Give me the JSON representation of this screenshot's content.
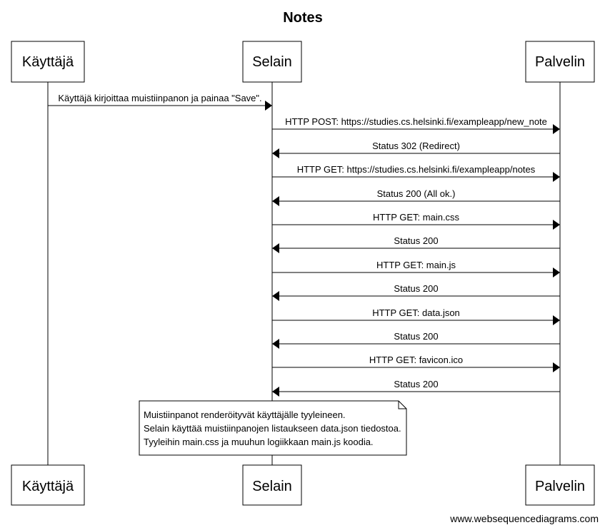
{
  "title": "Notes",
  "participants": [
    "Käyttäjä",
    "Selain",
    "Palvelin"
  ],
  "messages": [
    {
      "from": 0,
      "to": 1,
      "label": "Käyttäjä kirjoittaa muistiinpanon ja painaa \"Save\"."
    },
    {
      "from": 1,
      "to": 2,
      "label": "HTTP POST: https://studies.cs.helsinki.fi/exampleapp/new_note"
    },
    {
      "from": 2,
      "to": 1,
      "label": "Status 302 (Redirect)"
    },
    {
      "from": 1,
      "to": 2,
      "label": "HTTP GET: https://studies.cs.helsinki.fi/exampleapp/notes"
    },
    {
      "from": 2,
      "to": 1,
      "label": "Status 200 (All ok.)"
    },
    {
      "from": 1,
      "to": 2,
      "label": "HTTP GET: main.css"
    },
    {
      "from": 2,
      "to": 1,
      "label": "Status 200"
    },
    {
      "from": 1,
      "to": 2,
      "label": "HTTP GET: main.js"
    },
    {
      "from": 2,
      "to": 1,
      "label": "Status 200"
    },
    {
      "from": 1,
      "to": 2,
      "label": "HTTP GET: data.json"
    },
    {
      "from": 2,
      "to": 1,
      "label": "Status 200"
    },
    {
      "from": 1,
      "to": 2,
      "label": "HTTP GET: favicon.ico"
    },
    {
      "from": 2,
      "to": 1,
      "label": "Status 200"
    }
  ],
  "note": {
    "lines": [
      "Muistiinpanot renderöityvät käyttäjälle tyyleineen.",
      "Selain käyttää muistiinpanojen listaukseen data.json tiedostoa.",
      "Tyyleihin main.css ja muuhun logiikkaan main.js koodia."
    ]
  },
  "footer": "www.websequencediagrams.com"
}
